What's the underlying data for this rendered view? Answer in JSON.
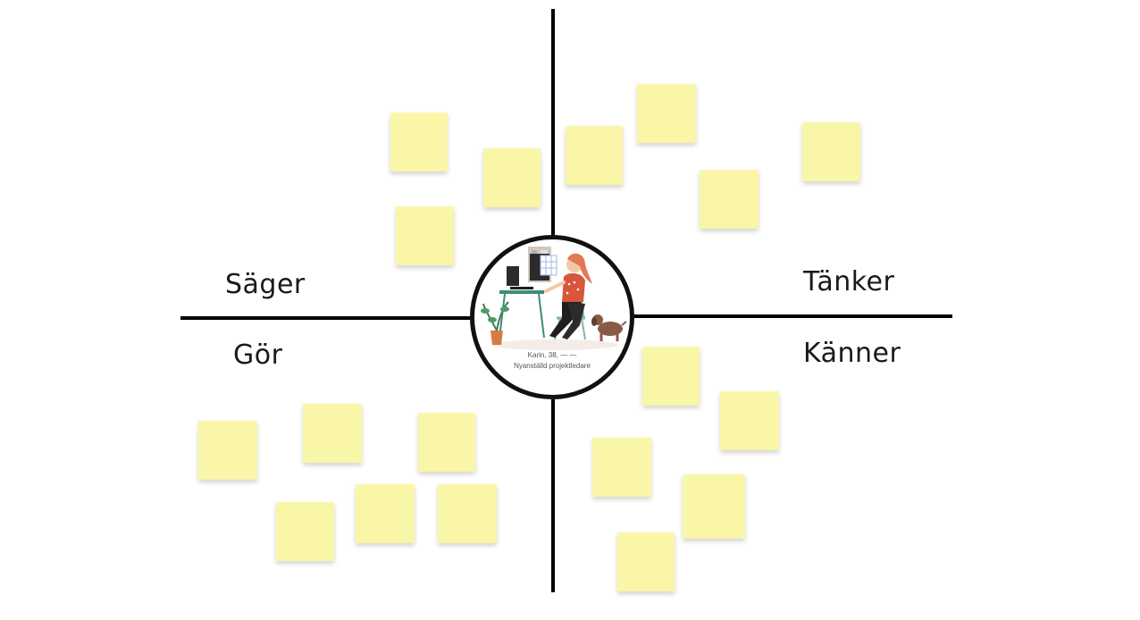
{
  "quadrants": {
    "says": "Säger",
    "thinks": "Tänker",
    "does": "Gör",
    "feels": "Känner"
  },
  "persona": {
    "name_line": "Karin, 38, — —",
    "role": "Nyanställd projektledare"
  },
  "notes": {
    "says": [
      "",
      "",
      ""
    ],
    "thinks": [
      "",
      "",
      "",
      ""
    ],
    "does": [
      "",
      "",
      "",
      "",
      "",
      ""
    ],
    "feels": [
      "",
      "",
      "",
      "",
      ""
    ]
  },
  "colors": {
    "note": "#faf6a8",
    "axis": "#000000",
    "accent": "#e2552f"
  }
}
